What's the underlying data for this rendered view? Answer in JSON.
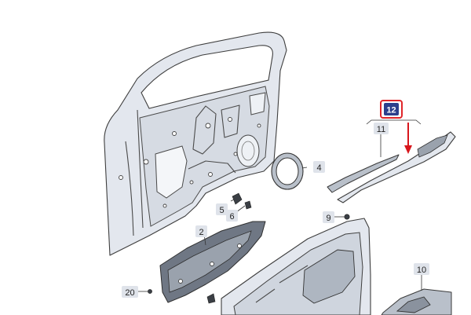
{
  "callouts": {
    "c2": "2",
    "c4": "4",
    "c5": "5",
    "c6": "6",
    "c9": "9",
    "c10": "10",
    "c11": "11",
    "c12": "12",
    "c20": "20"
  },
  "highlight": {
    "callout": "12",
    "box_color": "#2c3f8c",
    "border_color": "#e0262a",
    "arrow_color": "#d8161c"
  },
  "colors": {
    "part_fill": "#e3e7ee",
    "callout_fill": "#dfe3ea",
    "line": "#3e3e3e"
  }
}
